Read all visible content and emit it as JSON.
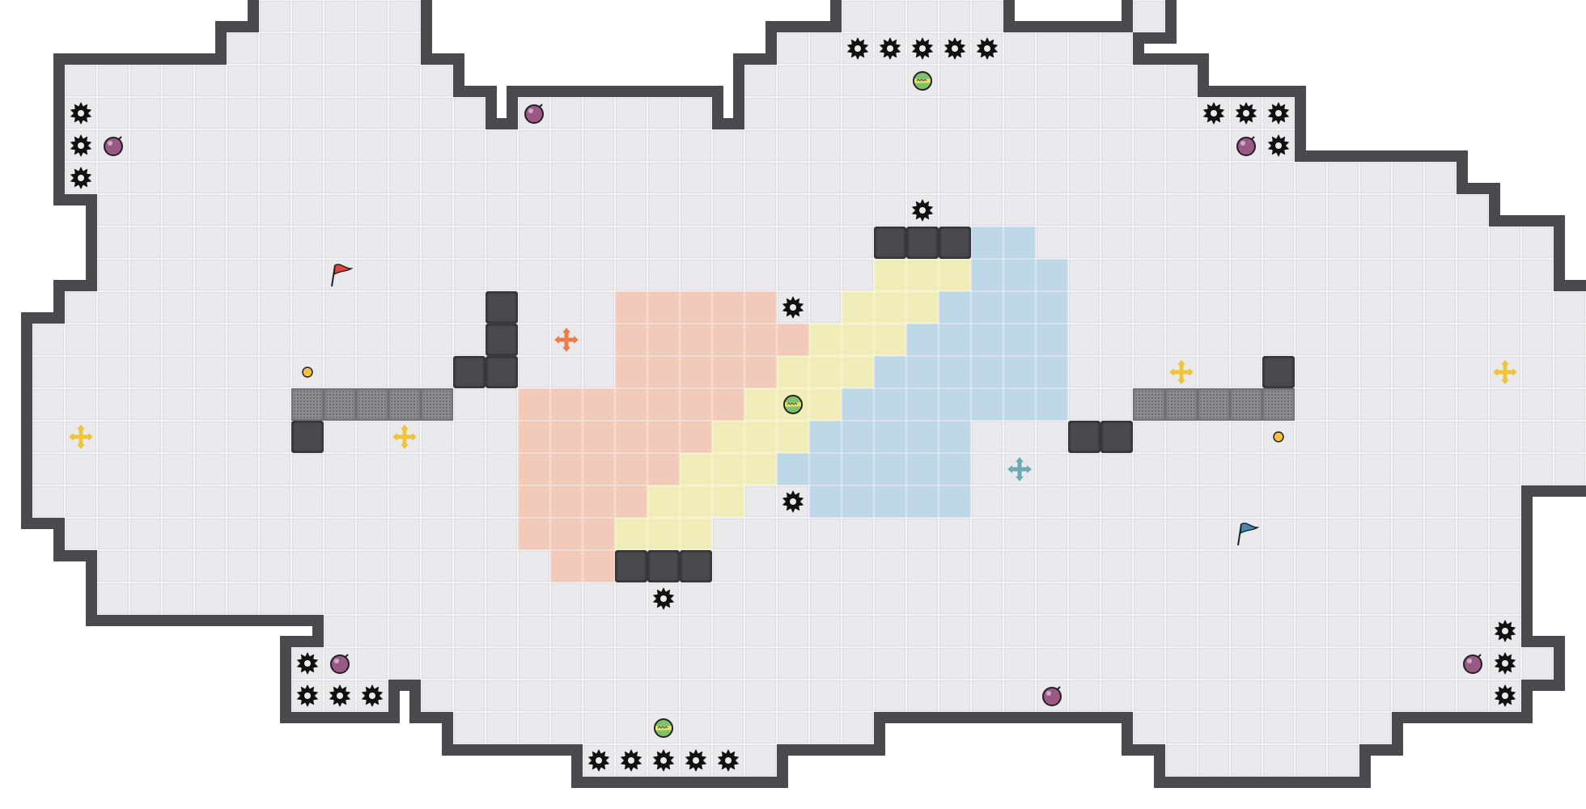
{
  "colors": {
    "floor": "#eaeaee",
    "wall": "#4a4a4e",
    "red_zone": "#f0c9b9",
    "yellow_zone": "#f1edb9",
    "blue_zone": "#bed7e7",
    "grate": "#8c8c90",
    "bomb": "#9a5a86",
    "orb": "#7cc36a",
    "cross_yellow": "#f2c23a",
    "cross_orange": "#ef7a4a",
    "cross_teal": "#6aaab0",
    "flag_red": "#e2463a",
    "flag_blue": "#4a8ab8",
    "coin": "#f2c23a"
  },
  "entities": [
    "saw-blade",
    "bomb",
    "green-orb",
    "spawn-cross",
    "coin",
    "red-flag",
    "blue-flag"
  ]
}
